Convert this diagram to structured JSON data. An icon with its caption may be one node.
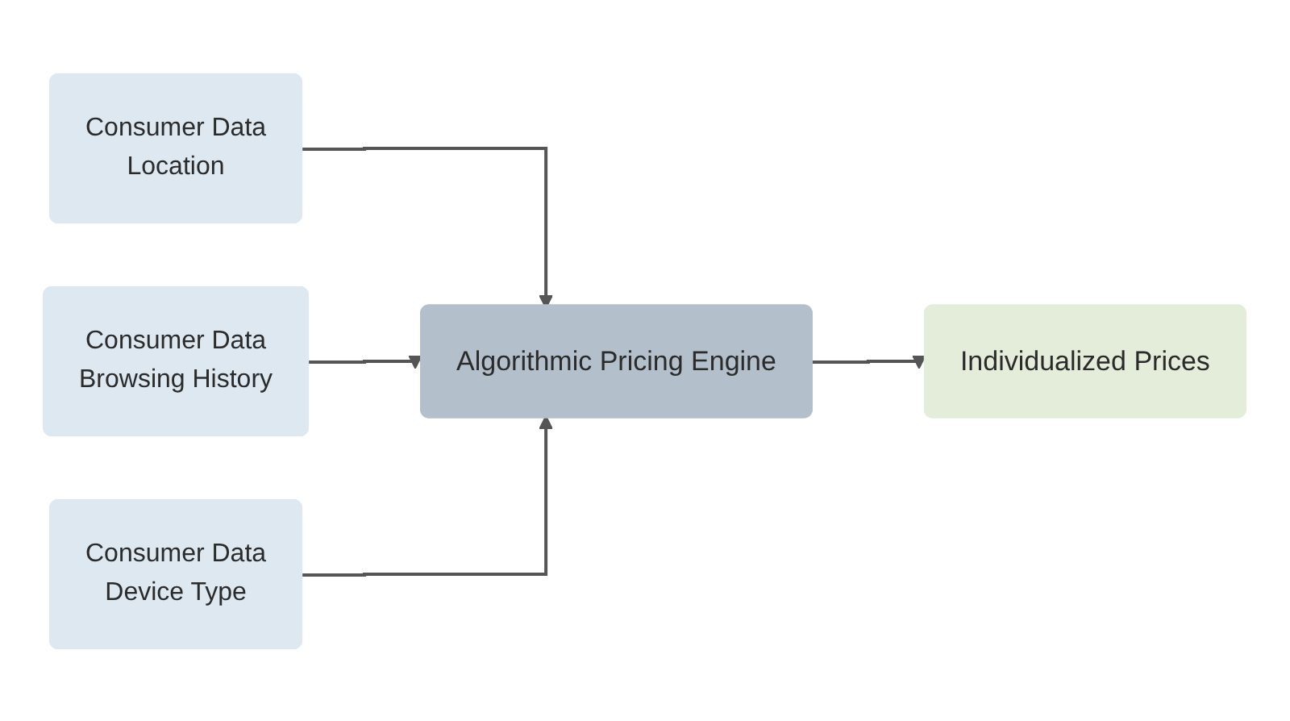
{
  "diagram": {
    "nodes": [
      {
        "text": [
          "Consumer Data",
          "Location"
        ]
      },
      {
        "text": [
          "Consumer Data",
          "Browsing History"
        ]
      },
      {
        "text": [
          "Consumer Data",
          "Device Type"
        ]
      },
      {
        "text": [
          "Algorithmic Pricing Engine"
        ]
      },
      {
        "text": [
          "Individualized Prices"
        ]
      }
    ],
    "edges": [
      {
        "from": 0,
        "to": 3,
        "arrow": "to"
      },
      {
        "from": 1,
        "to": 3,
        "arrow": "to"
      },
      {
        "from": 2,
        "to": 3,
        "arrow": "to"
      },
      {
        "from": 3,
        "to": 4,
        "arrow": "to"
      }
    ]
  }
}
